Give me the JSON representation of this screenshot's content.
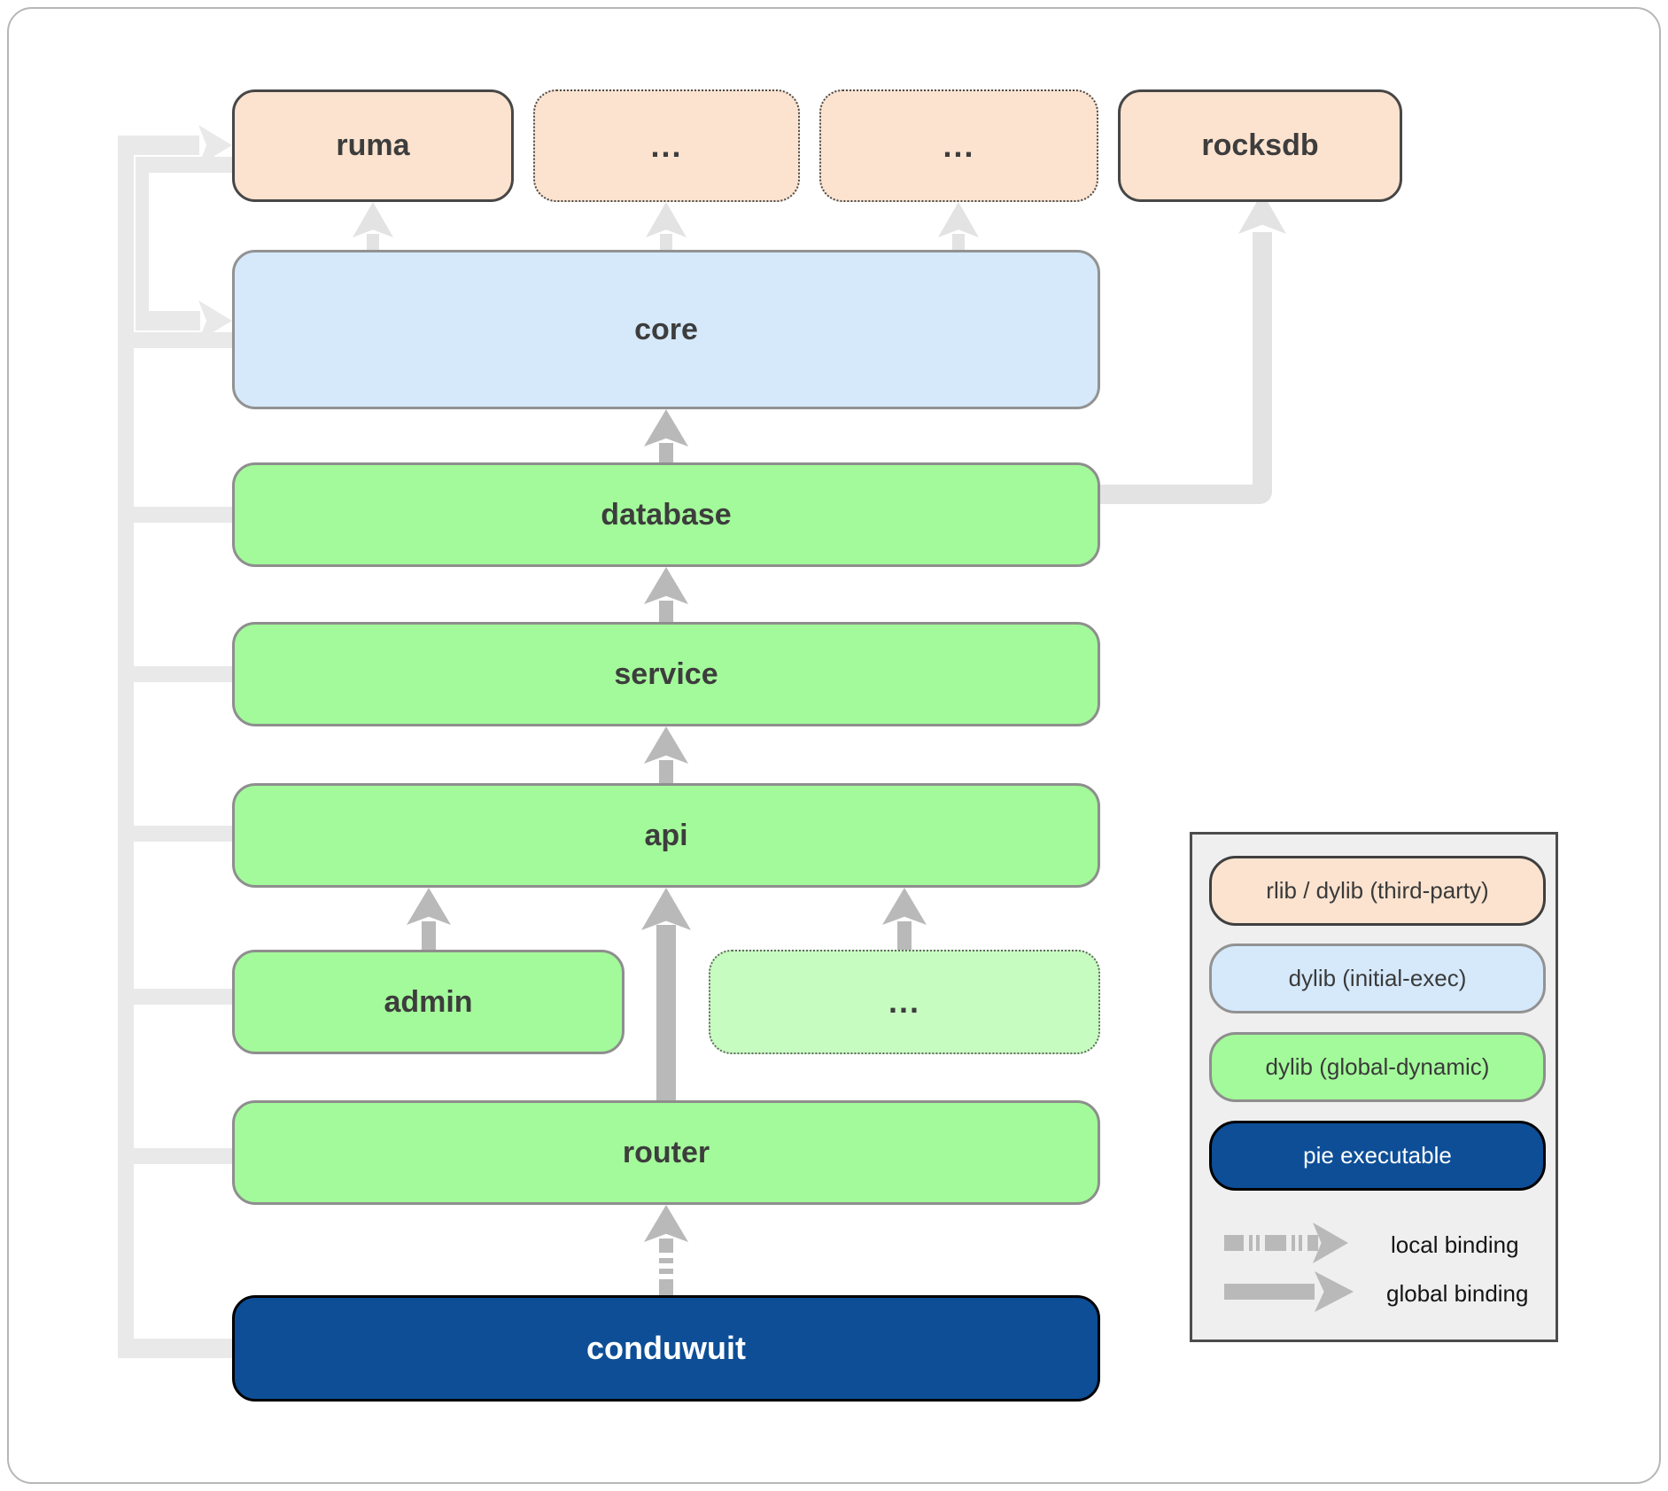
{
  "diagram": {
    "nodes": {
      "ruma": "ruma",
      "third_party_a": "...",
      "third_party_b": "...",
      "rocksdb": "rocksdb",
      "core": "core",
      "database": "database",
      "service": "service",
      "api": "api",
      "admin": "admin",
      "api_extra": "...",
      "router": "router",
      "conduwuit": "conduwuit"
    },
    "edges": [
      {
        "from": "conduwuit",
        "to": "ruma",
        "binding": "global",
        "style": "faded"
      },
      {
        "from": "conduwuit",
        "to": "core",
        "binding": "global",
        "style": "faded"
      },
      {
        "from": "conduwuit",
        "to": "database",
        "binding": "global",
        "style": "faded"
      },
      {
        "from": "conduwuit",
        "to": "service",
        "binding": "global",
        "style": "faded"
      },
      {
        "from": "conduwuit",
        "to": "api",
        "binding": "global",
        "style": "faded"
      },
      {
        "from": "conduwuit",
        "to": "admin",
        "binding": "global",
        "style": "faded"
      },
      {
        "from": "conduwuit",
        "to": "router",
        "binding": "global",
        "style": "faded"
      },
      {
        "from": "core",
        "to": "ruma",
        "binding": "global",
        "style": "faded"
      },
      {
        "from": "core",
        "to": "third_party_a",
        "binding": "global",
        "style": "faded"
      },
      {
        "from": "core",
        "to": "third_party_b",
        "binding": "global",
        "style": "faded"
      },
      {
        "from": "database",
        "to": "rocksdb",
        "binding": "global",
        "style": "faded"
      },
      {
        "from": "database",
        "to": "core",
        "binding": "global",
        "style": "solid"
      },
      {
        "from": "service",
        "to": "database",
        "binding": "global",
        "style": "solid"
      },
      {
        "from": "api",
        "to": "service",
        "binding": "global",
        "style": "solid"
      },
      {
        "from": "admin",
        "to": "api",
        "binding": "global",
        "style": "solid"
      },
      {
        "from": "api_extra",
        "to": "api",
        "binding": "global",
        "style": "solid"
      },
      {
        "from": "router",
        "to": "api",
        "binding": "global",
        "style": "solid-thick"
      },
      {
        "from": "conduwuit",
        "to": "router",
        "binding": "local",
        "style": "dashed"
      }
    ],
    "legend": {
      "items": [
        {
          "key": "third-party",
          "label": "rlib / dylib (third-party)",
          "color": "#fbe3cf"
        },
        {
          "key": "initial-exec",
          "label": "dylib (initial-exec)",
          "color": "#d5e9fb"
        },
        {
          "key": "global-dynamic",
          "label": "dylib (global-dynamic)",
          "color": "#a3fa9a"
        },
        {
          "key": "pie-executable",
          "label": "pie executable",
          "color": "#0d4e97"
        }
      ],
      "bindings": [
        {
          "key": "local",
          "label": "local binding"
        },
        {
          "key": "global",
          "label": "global binding"
        }
      ]
    },
    "colors": {
      "third_party_fill": "#fbe3cf",
      "initial_exec_fill": "#d5e9fb",
      "global_dynamic_fill": "#a3fa9a",
      "global_dynamic_light_fill": "#c7fcc0",
      "pie_executable_fill": "#0d4e97",
      "arrow_gray": "#b9b9b9",
      "arrow_faded": "#e3e3e3",
      "rail_faded": "#e9e9e9",
      "label_text": "#3d3d3d",
      "legend_bg": "#efefef"
    }
  }
}
